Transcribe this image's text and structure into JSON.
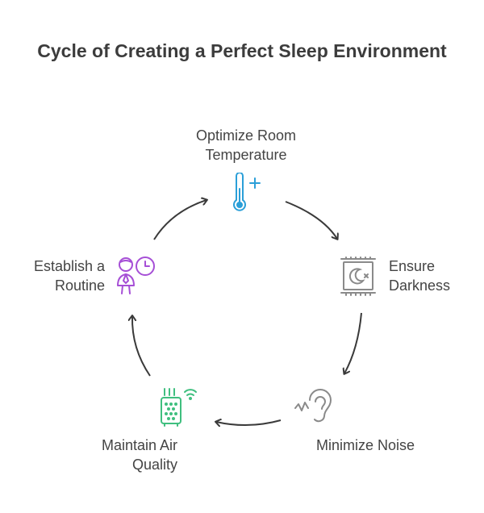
{
  "title": "Cycle of Creating a Perfect Sleep Environment",
  "steps": [
    {
      "lines": [
        "Optimize Room",
        "Temperature"
      ],
      "icon": "thermometer-plus-icon",
      "color": "#2b9fd8"
    },
    {
      "lines": [
        "Ensure",
        "Darkness"
      ],
      "icon": "window-moon-icon",
      "color": "#8a8a8a"
    },
    {
      "lines": [
        "Minimize Noise"
      ],
      "icon": "ear-sound-icon",
      "color": "#8a8a8a"
    },
    {
      "lines": [
        "Maintain Air",
        "Quality"
      ],
      "icon": "air-purifier-icon",
      "color": "#3fbf7f"
    },
    {
      "lines": [
        "Establish a",
        "Routine"
      ],
      "icon": "person-clock-icon",
      "color": "#a64fd6"
    }
  ],
  "colors": {
    "arrow": "#3a3a3a",
    "text": "#444444"
  }
}
